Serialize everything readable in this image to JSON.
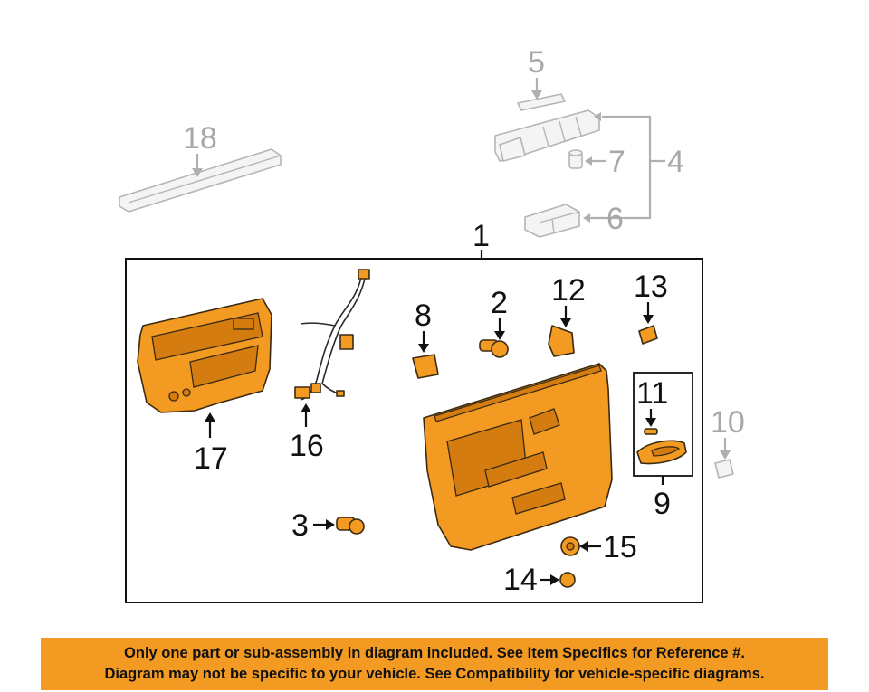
{
  "callouts": {
    "c1": "1",
    "c2": "2",
    "c3": "3",
    "c4": "4",
    "c5": "5",
    "c6": "6",
    "c7": "7",
    "c8": "8",
    "c9": "9",
    "c10": "10",
    "c11": "11",
    "c12": "12",
    "c13": "13",
    "c14": "14",
    "c15": "15",
    "c16": "16",
    "c17": "17",
    "c18": "18"
  },
  "colors": {
    "highlight": "#f39a22",
    "ghost": "#b5b5b5",
    "ink": "#111111"
  },
  "disclaimer": {
    "line1": "Only one part or sub-assembly in diagram included. See Item Specifics for Reference #.",
    "line2": "Diagram may not be specific to your vehicle. See Compatibility for vehicle-specific diagrams."
  }
}
